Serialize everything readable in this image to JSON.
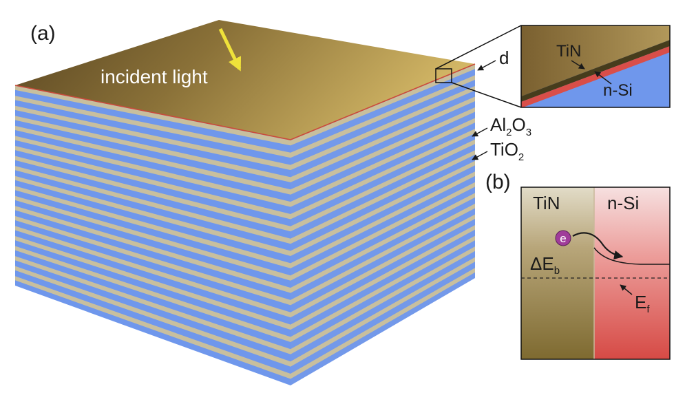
{
  "panel_a": {
    "label": "(a)",
    "incident_light": "incident light",
    "thickness_label": "d",
    "layer_labels": {
      "al2o3": {
        "base": "Al",
        "sub1": "2",
        "mid": "O",
        "sub2": "3"
      },
      "tio2": {
        "base": "TiO",
        "sub": "2"
      }
    },
    "inset": {
      "tin_label": "TiN",
      "nsi_label": "n-Si"
    }
  },
  "panel_b": {
    "label": "(b)",
    "tin_label": "TiN",
    "nsi_label": "n-Si",
    "electron_label": "e",
    "barrier_label": {
      "base": "ΔE",
      "sub": "b"
    },
    "fermi_label": {
      "base": "E",
      "sub": "f"
    }
  },
  "colors": {
    "tin_gold": "#c4a85a",
    "tin_dark": "#5e4a22",
    "blue_layer": "#6f97ec",
    "al2o3_layer": "#c8bf9e",
    "nsi_red": "#d94e49",
    "light_arrow": "#f0e040",
    "electron": "#a03c9a"
  }
}
